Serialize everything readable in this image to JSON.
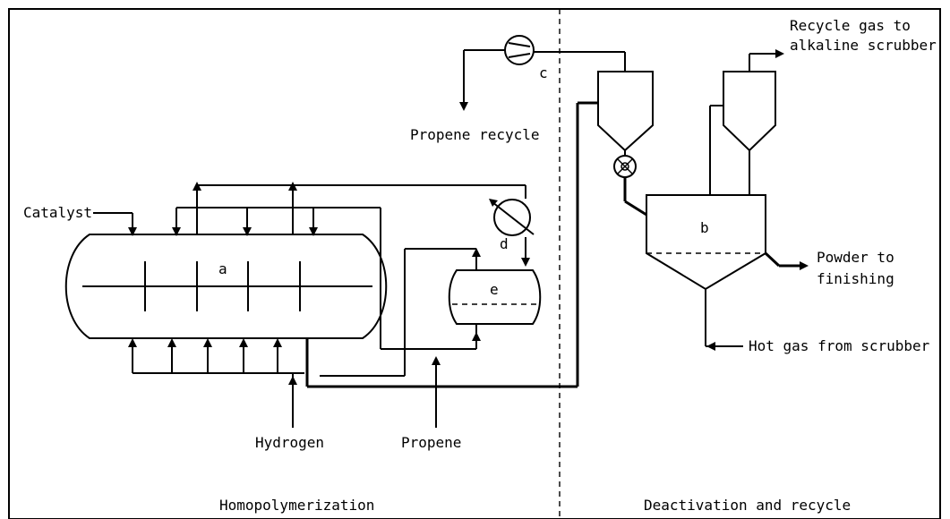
{
  "labels": {
    "catalyst": "Catalyst",
    "hydrogen": "Hydrogen",
    "propene": "Propene",
    "propene_recycle": "Propene recycle",
    "recycle_gas_line1": "Recycle gas to",
    "recycle_gas_line2": "alkaline scrubber",
    "powder_line1": "Powder to",
    "powder_line2": "finishing",
    "hot_gas": "Hot gas from scrubber",
    "section_left": "Homopolymerization",
    "section_right": "Deactivation and recycle"
  },
  "units": {
    "reactor": "a",
    "deactivation_vessel": "b",
    "compressor": "c",
    "condenser": "d",
    "separator": "e"
  }
}
